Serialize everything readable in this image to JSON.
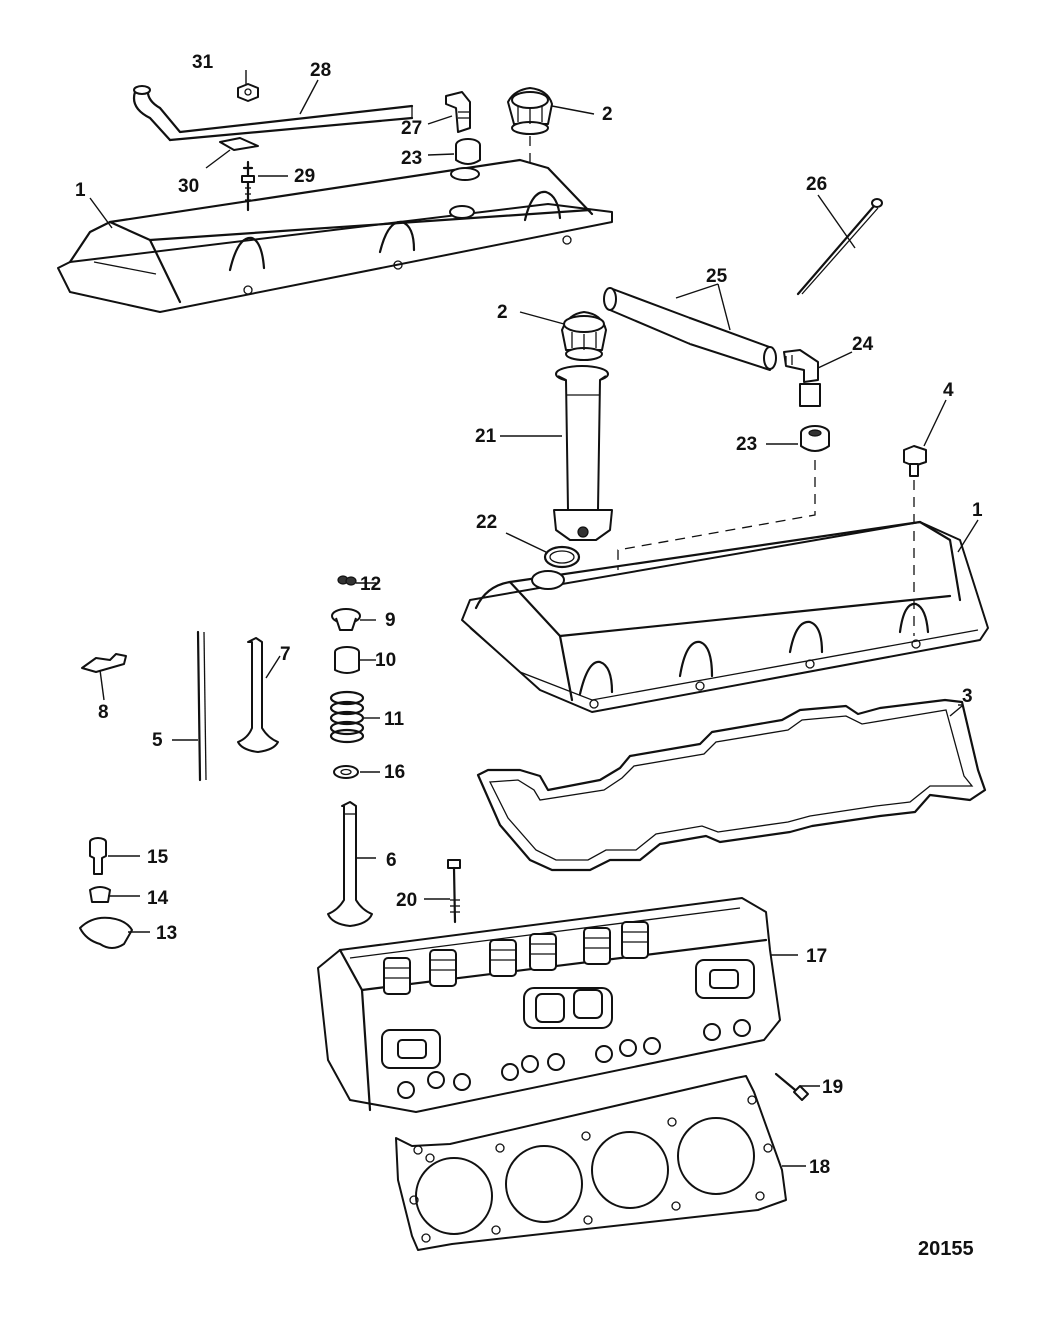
{
  "figure_number": "20155",
  "callouts": {
    "c1a": "1",
    "c1b": "1",
    "c2a": "2",
    "c2b": "2",
    "c3": "3",
    "c4": "4",
    "c5": "5",
    "c6": "6",
    "c7": "7",
    "c8": "8",
    "c9": "9",
    "c10": "10",
    "c11": "11",
    "c12": "12",
    "c13": "13",
    "c14": "14",
    "c15": "15",
    "c16": "16",
    "c17": "17",
    "c18": "18",
    "c19": "19",
    "c20": "20",
    "c21": "21",
    "c22": "22",
    "c23a": "23",
    "c23b": "23",
    "c24": "24",
    "c25": "25",
    "c26": "26",
    "c27": "27",
    "c28": "28",
    "c29": "29",
    "c30": "30",
    "c31": "31"
  }
}
